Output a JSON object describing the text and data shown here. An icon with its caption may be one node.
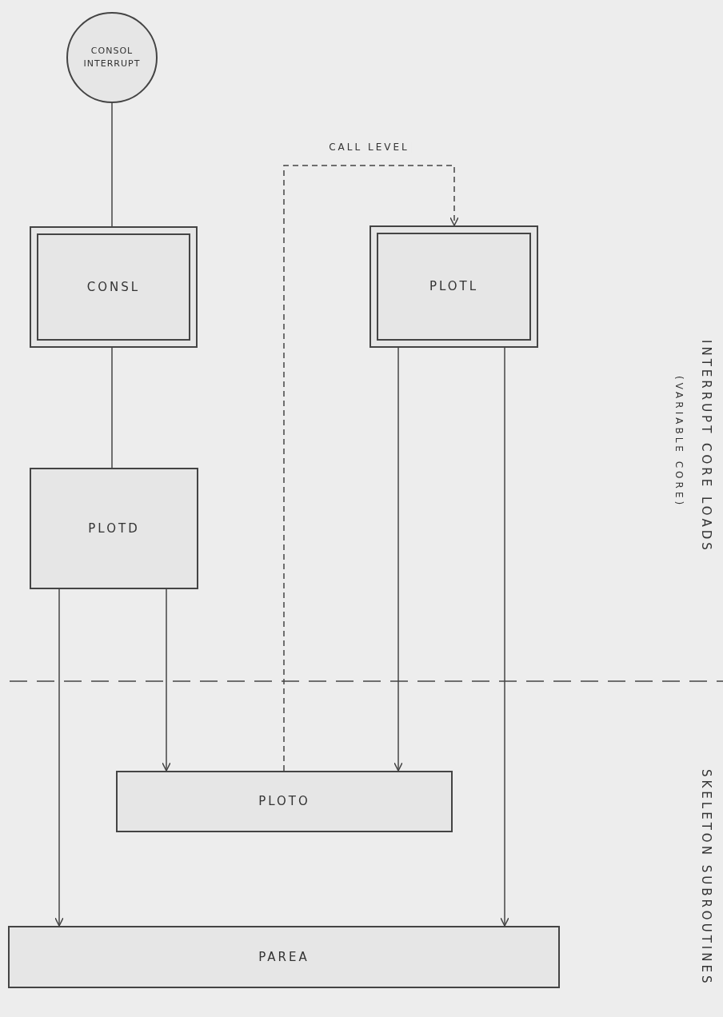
{
  "diagram": {
    "nodes": [
      {
        "text": [
          "CONSOL INTERRUPT"
        ]
      },
      {
        "text": [
          "CONSL"
        ]
      },
      {
        "text": [
          "PLOTL"
        ]
      },
      {
        "text": [
          "PLOTD"
        ]
      },
      {
        "text": [
          "PLOTO"
        ]
      },
      {
        "text": [
          "PAREA"
        ]
      }
    ],
    "edges": [
      {
        "from": 0,
        "to": 1,
        "arrow": "none"
      },
      {
        "from": 1,
        "to": 3,
        "arrow": "none"
      },
      {
        "from": 3,
        "to": 5,
        "arrow": "to"
      },
      {
        "from": 3,
        "to": 4,
        "arrow": "to"
      },
      {
        "from": 2,
        "to": 4,
        "arrow": "to"
      },
      {
        "from": 2,
        "to": 5,
        "arrow": "to"
      },
      {
        "from": 4,
        "to": 2,
        "arrow": "to",
        "label": "CALL LEVEL",
        "style": "dashed"
      }
    ],
    "labels": [
      "INTERRUPT CORE LOADS",
      "(VARIABLE CORE)",
      "SKELETON SUBROUTINES"
    ]
  }
}
